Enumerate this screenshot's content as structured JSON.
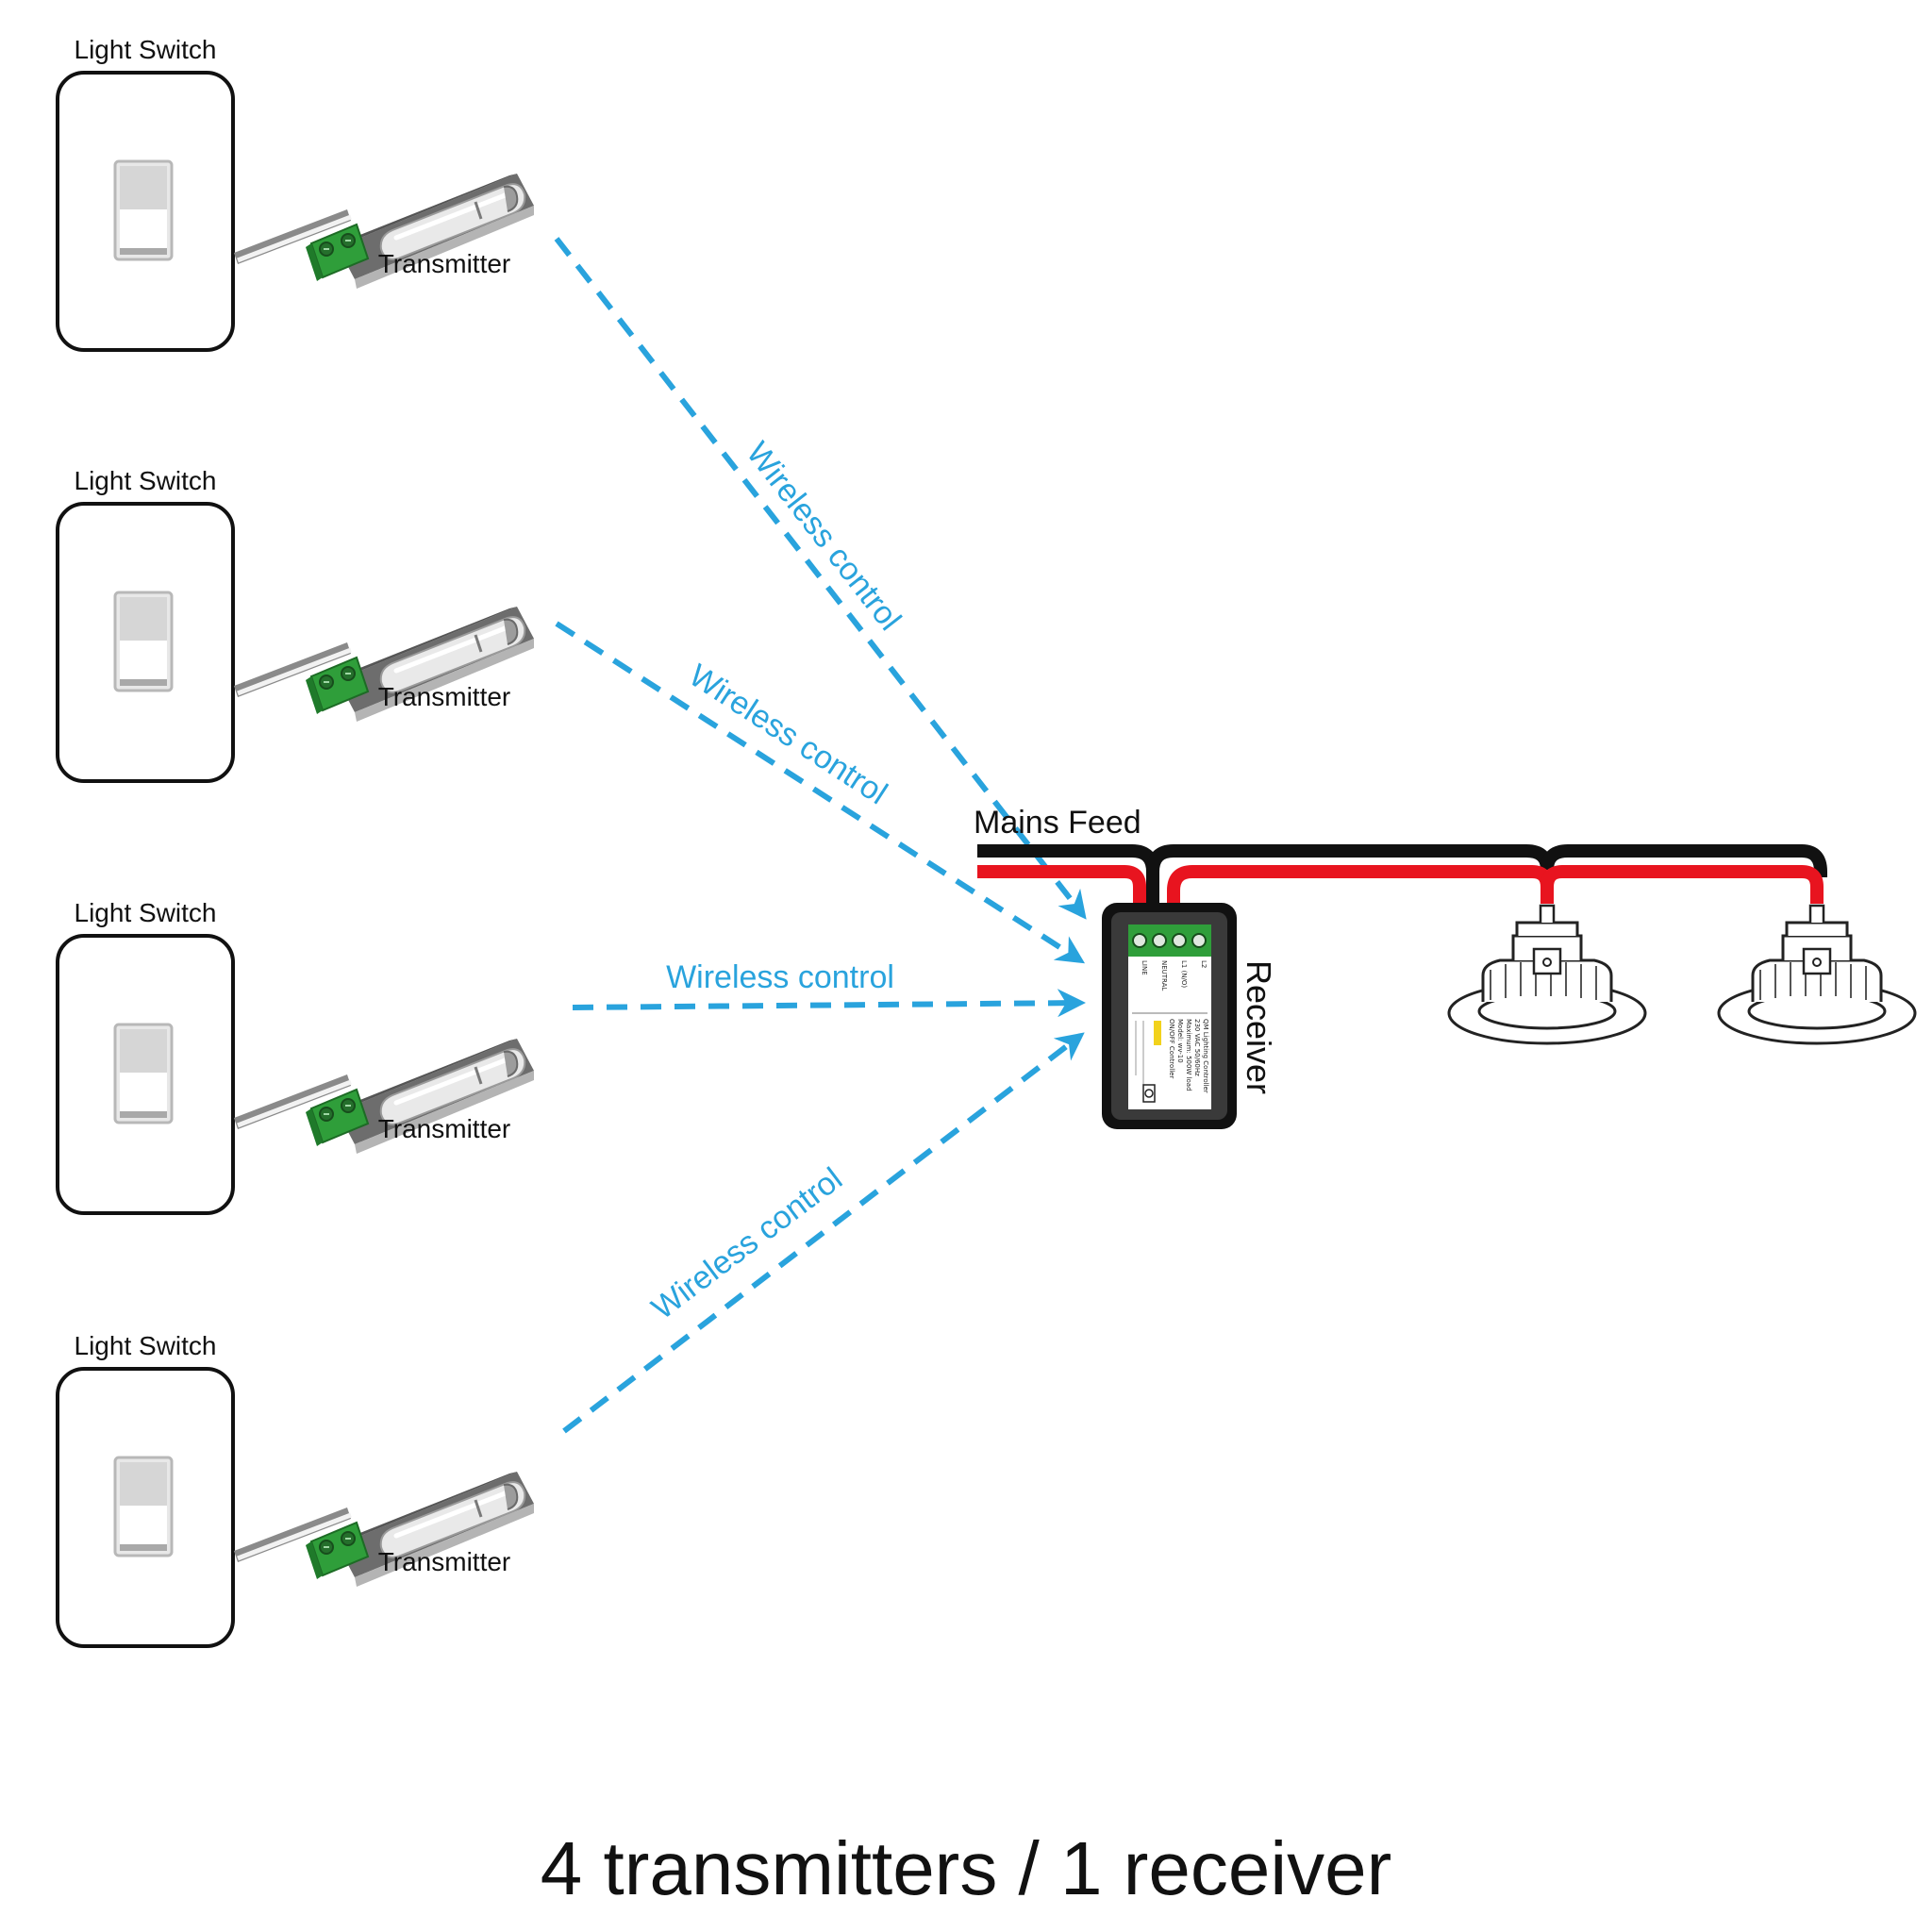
{
  "colors": {
    "wireless": "#29a3dd",
    "live_wire": "#e8141f",
    "neutral_wire": "#111111",
    "terminal_green": "#2f9e3a"
  },
  "switch_units": [
    {
      "switch_label": "Light Switch",
      "transmitter_label": "Transmitter",
      "wireless_label": "Wireless control"
    },
    {
      "switch_label": "Light Switch",
      "transmitter_label": "Transmitter",
      "wireless_label": "Wireless control"
    },
    {
      "switch_label": "Light Switch",
      "transmitter_label": "Transmitter",
      "wireless_label": "Wireless control"
    },
    {
      "switch_label": "Light Switch",
      "transmitter_label": "Transmitter",
      "wireless_label": "Wireless control"
    }
  ],
  "receiver": {
    "label": "Receiver",
    "terminals": [
      "L2",
      "L1 (N/O)",
      "NEUTRAL",
      "LINE"
    ],
    "spec_lines": [
      "QM Lighting Controller",
      "230 VAC 50/60Hz",
      "Maximum: 500W load",
      "Model: wv-10",
      "ON/OFF Controller"
    ]
  },
  "mains_feed_label": "Mains Feed",
  "caption": "4 transmitters / 1 receiver"
}
